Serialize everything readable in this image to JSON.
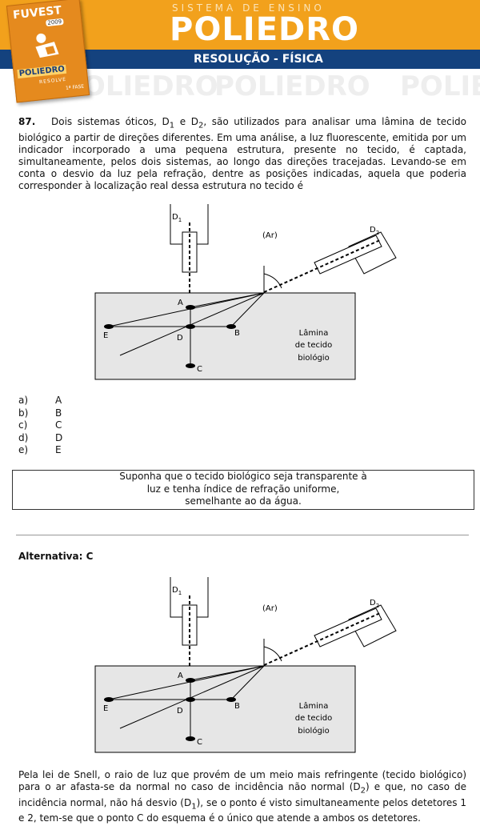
{
  "header": {
    "subtitle": "SISTEMA DE ENSINO",
    "brand": "POLIEDRO",
    "section": "RESOLUÇÃO -  FÍSICA",
    "watermark": "POLIEDRO",
    "book": {
      "title": "FUVEST",
      "year": "2009",
      "brand": "POLIEDRO",
      "sub": "RESOLVE",
      "phase": "1ª FASE"
    }
  },
  "question": {
    "number": "87.",
    "text_parts": [
      "Dois sistemas óticos, D",
      "1",
      " e D",
      "2",
      ", são utilizados para analisar uma lâmina de tecido biológico a partir de direções diferentes. Em uma análise, a luz fluorescente, emitida por um indicador incorporado a uma pequena estrutura, presente no tecido, é captada, simultaneamente, pelos dois sistemas, ao longo das direções tracejadas. Levando-se em conta o desvio da luz pela refração, dentre as posições indicadas, aquela que poderia corresponder à localização real dessa estrutura no tecido é"
    ]
  },
  "diagram": {
    "d1": "D",
    "d1_sub": "1",
    "d2": "D",
    "d2_sub": "2",
    "air": "(Ar)",
    "points": {
      "A": "A",
      "B": "B",
      "C": "C",
      "D": "D",
      "E": "E"
    },
    "tissue": [
      "Lâmina",
      "de tecido",
      "biológio"
    ]
  },
  "options": [
    {
      "letter": "a)",
      "value": "A"
    },
    {
      "letter": "b)",
      "value": "B"
    },
    {
      "letter": "c)",
      "value": "C"
    },
    {
      "letter": "d)",
      "value": "D"
    },
    {
      "letter": "e)",
      "value": "E"
    }
  ],
  "note": [
    "Suponha que o tecido biológico seja transparente à",
    "luz e tenha índice de refração uniforme,",
    "semelhante ao da água."
  ],
  "answer": "Alternativa: C",
  "explanation_parts": [
    "Pela lei de Snell, o raio de luz que provém de um meio mais refringente (tecido biológico) para o ar afasta-se da normal no caso de incidência não normal (D",
    "2",
    ") e que, no caso de incidência normal, não há desvio (D",
    "1",
    "), se o ponto é visto simultaneamente pelos detetores 1 e 2, tem-se que o ponto C do esquema é o único que atende a ambos os detetores."
  ]
}
